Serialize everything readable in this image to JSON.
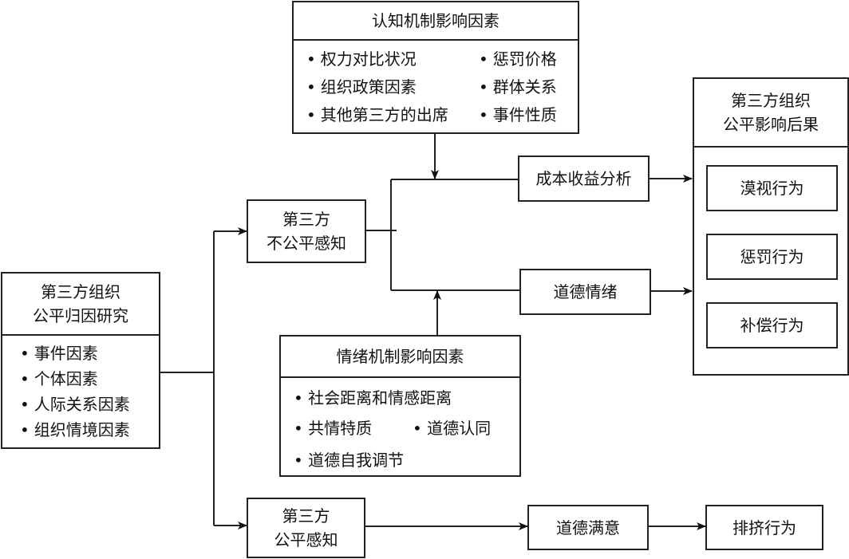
{
  "attribution": {
    "title_lines": [
      "第三方组织",
      "公平归因研究"
    ],
    "items": [
      "事件因素",
      "个体因素",
      "人际关系因素",
      "组织情境因素"
    ]
  },
  "cognitive": {
    "title": "认知机制影响因素",
    "left_items": [
      "权力对比状况",
      "组织政策因素",
      "其他第三方的出席"
    ],
    "right_items": [
      "惩罚价格",
      "群体关系",
      "事件性质"
    ]
  },
  "emotional": {
    "title": "情绪机制影响因素",
    "items": [
      "社会距离和情感距离",
      "共情特质",
      "道德认同",
      "道德自我调节"
    ]
  },
  "unfair_perception": {
    "lines": [
      "第三方",
      "不公平感知"
    ]
  },
  "fair_perception": {
    "lines": [
      "第三方",
      "公平感知"
    ]
  },
  "cost_benefit": {
    "label": "成本收益分析"
  },
  "moral_emotion": {
    "label": "道德情绪"
  },
  "moral_satisfaction": {
    "label": "道德满意"
  },
  "exclusion": {
    "label": "排挤行为"
  },
  "consequences": {
    "title_lines": [
      "第三方组织",
      "公平影响后果"
    ],
    "items": [
      "漠视行为",
      "惩罚行为",
      "补偿行为"
    ]
  }
}
